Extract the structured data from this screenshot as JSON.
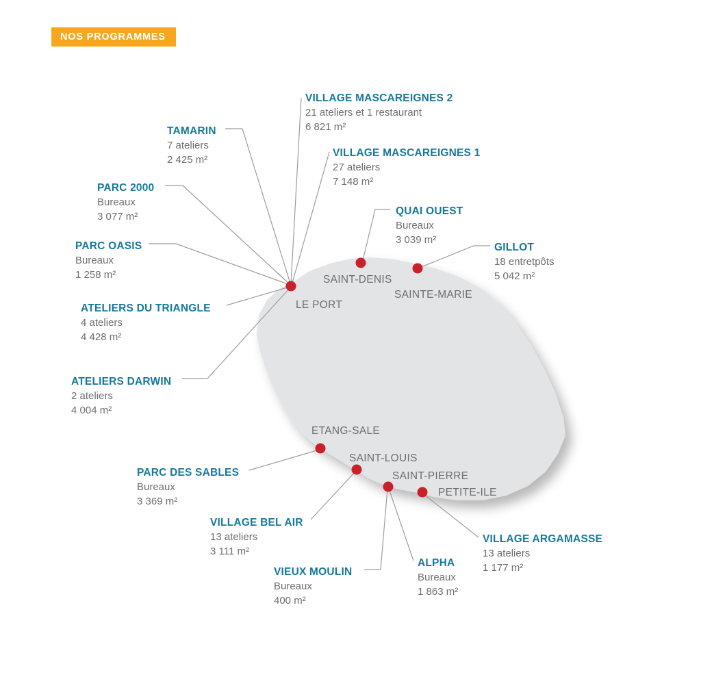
{
  "badge": {
    "label": "NOS PROGRAMMES"
  },
  "colors": {
    "badge_bg": "#f6a71f",
    "badge_text": "#ffffff",
    "program_title": "#17789b",
    "detail_text": "#6d6e71",
    "city_text": "#6d6e71",
    "dot_red": "#c9202a",
    "island_gray": "#e3e4e6",
    "leader_line": "#9b9c9e"
  },
  "programs": [
    {
      "name": "VILLAGE MASCAREIGNES 2",
      "details": [
        "21 ateliers et 1 restaurant",
        "6 821 m²"
      ],
      "city": "LE PORT"
    },
    {
      "name": "TAMARIN",
      "details": [
        "7 ateliers",
        "2 425 m²"
      ],
      "city": "LE PORT"
    },
    {
      "name": "VILLAGE MASCAREIGNES 1",
      "details": [
        "27 ateliers",
        "7 148 m²"
      ],
      "city": "LE PORT"
    },
    {
      "name": "PARC 2000",
      "details": [
        "Bureaux",
        "3 077 m²"
      ],
      "city": "LE PORT"
    },
    {
      "name": "QUAI OUEST",
      "details": [
        "Bureaux",
        "3 039 m²"
      ],
      "city": "SAINT-DENIS"
    },
    {
      "name": "GILLOT",
      "details": [
        "18 entretpôts",
        "5 042 m²"
      ],
      "city": "SAINTE-MARIE"
    },
    {
      "name": "PARC OASIS",
      "details": [
        "Bureaux",
        "1 258 m²"
      ],
      "city": "LE PORT"
    },
    {
      "name": "ATELIERS DU TRIANGLE",
      "details": [
        "4 ateliers",
        "4 428 m²"
      ],
      "city": "LE PORT"
    },
    {
      "name": "ATELIERS DARWIN",
      "details": [
        "2 ateliers",
        "4 004 m²"
      ],
      "city": "LE PORT"
    },
    {
      "name": "PARC DES SABLES",
      "details": [
        "Bureaux",
        "3 369 m²"
      ],
      "city": "ETANG-SALE"
    },
    {
      "name": "VILLAGE BEL AIR",
      "details": [
        "13 ateliers",
        "3 111 m²"
      ],
      "city": "SAINT-LOUIS"
    },
    {
      "name": "VIEUX MOULIN",
      "details": [
        "Bureaux",
        "400 m²"
      ],
      "city": "SAINT-PIERRE"
    },
    {
      "name": "ALPHA",
      "details": [
        "Bureaux",
        "1 863 m²"
      ],
      "city": "SAINT-PIERRE"
    },
    {
      "name": "VILLAGE ARGAMASSE",
      "details": [
        "13 ateliers",
        "1 177 m²"
      ],
      "city": "PETITE-ILE"
    }
  ],
  "cities": [
    {
      "name": "SAINT-DENIS"
    },
    {
      "name": "SAINTE-MARIE"
    },
    {
      "name": "LE PORT"
    },
    {
      "name": "ETANG-SALE"
    },
    {
      "name": "SAINT-LOUIS"
    },
    {
      "name": "SAINT-PIERRE"
    },
    {
      "name": "PETITE-ILE"
    }
  ]
}
